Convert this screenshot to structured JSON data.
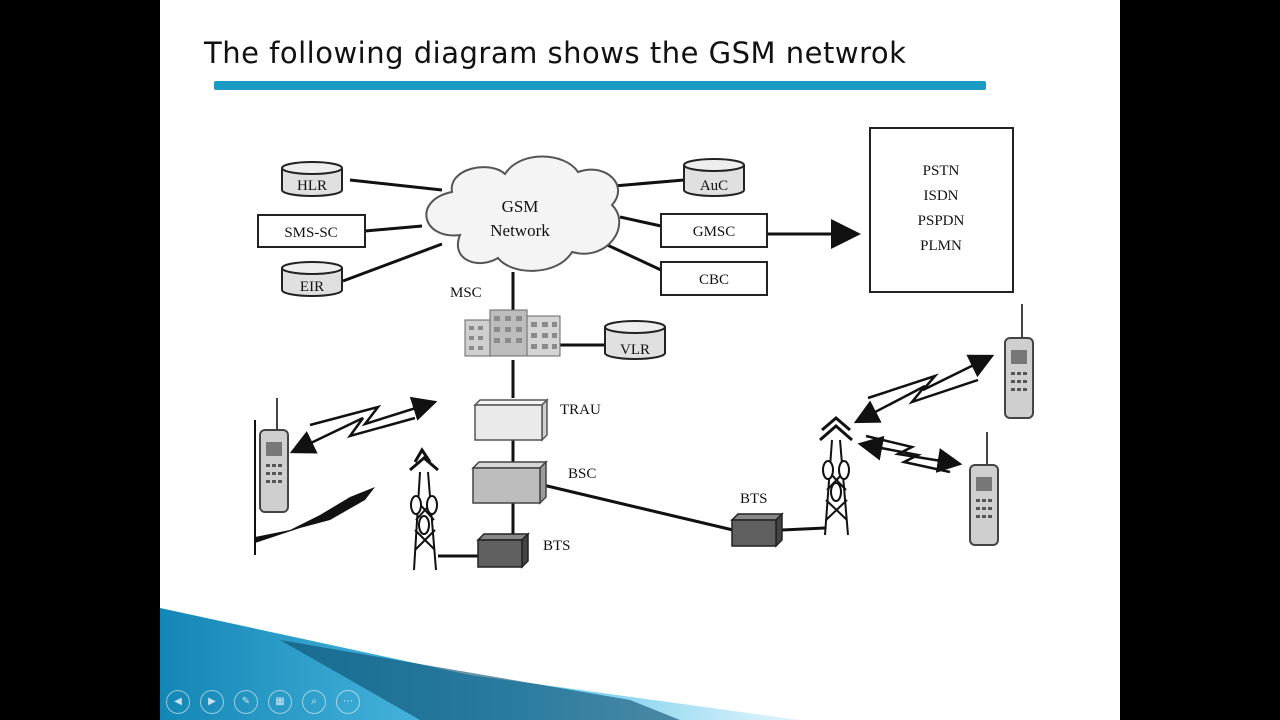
{
  "slide": {
    "title": "The following diagram shows the GSM netwrok"
  },
  "diagram": {
    "nodes": {
      "hlr": "HLR",
      "sms_sc": "SMS-SC",
      "eir": "EIR",
      "auc": "AuC",
      "gmsc": "GMSC",
      "cbc": "CBC",
      "msc": "MSC",
      "vlr": "VLR",
      "trau": "TRAU",
      "bsc": "BSC",
      "bts_left": "BTS",
      "bts_right": "BTS"
    },
    "cloud": {
      "line1": "GSM",
      "line2": "Network"
    },
    "external_networks": [
      "PSTN",
      "ISDN",
      "PSPDN",
      "PLMN"
    ]
  },
  "colors": {
    "accent": "#1b9bc4",
    "slide_background": "#ffffff",
    "frame": "#000000"
  },
  "icons": [
    "cylinder-database-icon",
    "cloud-icon",
    "building-icon",
    "tower-icon",
    "mobile-phone-icon",
    "lightning-signal-icon"
  ]
}
